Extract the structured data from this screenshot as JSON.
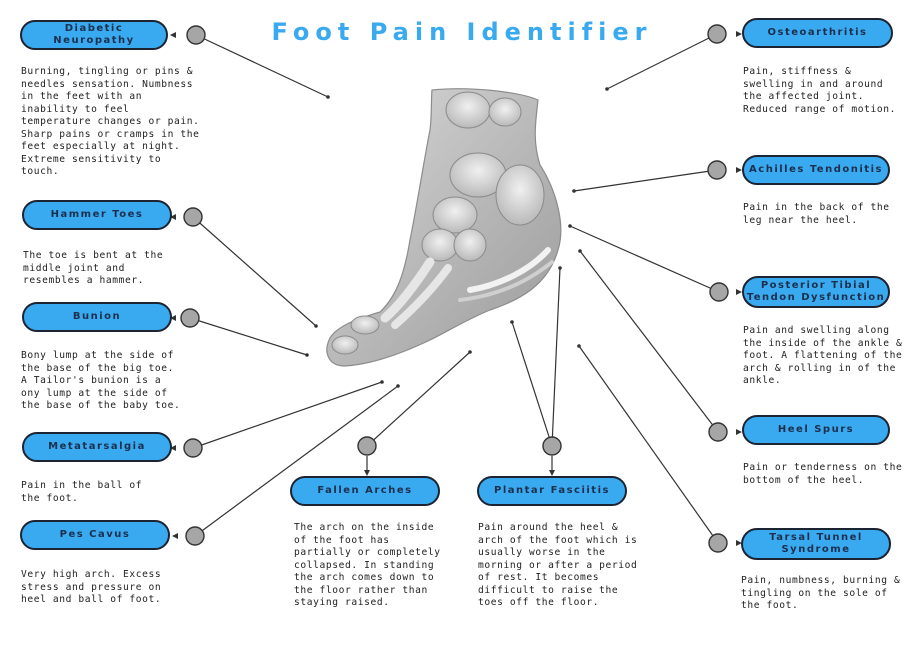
{
  "title": "Foot Pain Identifier",
  "colors": {
    "accent": "#3aaaf0",
    "outline": "#1c2431",
    "node": "#a6a6a6"
  },
  "conditions": {
    "diabetic_neuropathy": {
      "label": "Diabetic Neuropathy",
      "desc": "Burning, tingling or pins & needles sensation. Numbness in the feet with an inability to feel temperature changes or pain. Sharp pains or cramps in the feet especially at night. Extreme sensitivity to touch."
    },
    "hammer_toes": {
      "label": "Hammer Toes",
      "desc": "The toe is bent at the middle joint and resembles a hammer."
    },
    "bunion": {
      "label": "Bunion",
      "desc": "Bony lump at the side of the base of the big toe. A Tailor's bunion is a ony lump at the side of the base of the baby toe."
    },
    "metatarsalgia": {
      "label": "Metatarsalgia",
      "desc": "Pain in the ball of the foot."
    },
    "pes_cavus": {
      "label": "Pes Cavus",
      "desc": "Very high arch. Excess stress and pressure on heel and ball of foot."
    },
    "fallen_arches": {
      "label": "Fallen Arches",
      "desc": "The arch on the inside of the foot has partially or completely collapsed. In standing the arch comes down to the floor rather than staying raised."
    },
    "plantar_fasciitis": {
      "label": "Plantar Fasciitis",
      "desc": "Pain around the heel & arch of the foot which is usually worse in the morning or after a period of rest. It becomes difficult to raise the toes off the floor."
    },
    "osteoarthritis": {
      "label": "Osteoarthritis",
      "desc": "Pain, stiffness & swelling in and around the affected joint. Reduced range of motion."
    },
    "achilles_tendonitis": {
      "label": "Achilles Tendonitis",
      "desc": "Pain in the back of the leg near the heel."
    },
    "posterior_tibial": {
      "label": "Posterior Tibial Tendon Dysfunction",
      "desc": "Pain and swelling along the inside of the ankle & foot. A flattening of the arch & rolling in of the ankle."
    },
    "heel_spurs": {
      "label": "Heel Spurs",
      "desc": "Pain or tenderness on the bottom of the heel."
    },
    "tarsal_tunnel": {
      "label": "Tarsal Tunnel Syndrome",
      "desc": "Pain, numbness, burning & tingling on the sole of the foot."
    }
  }
}
